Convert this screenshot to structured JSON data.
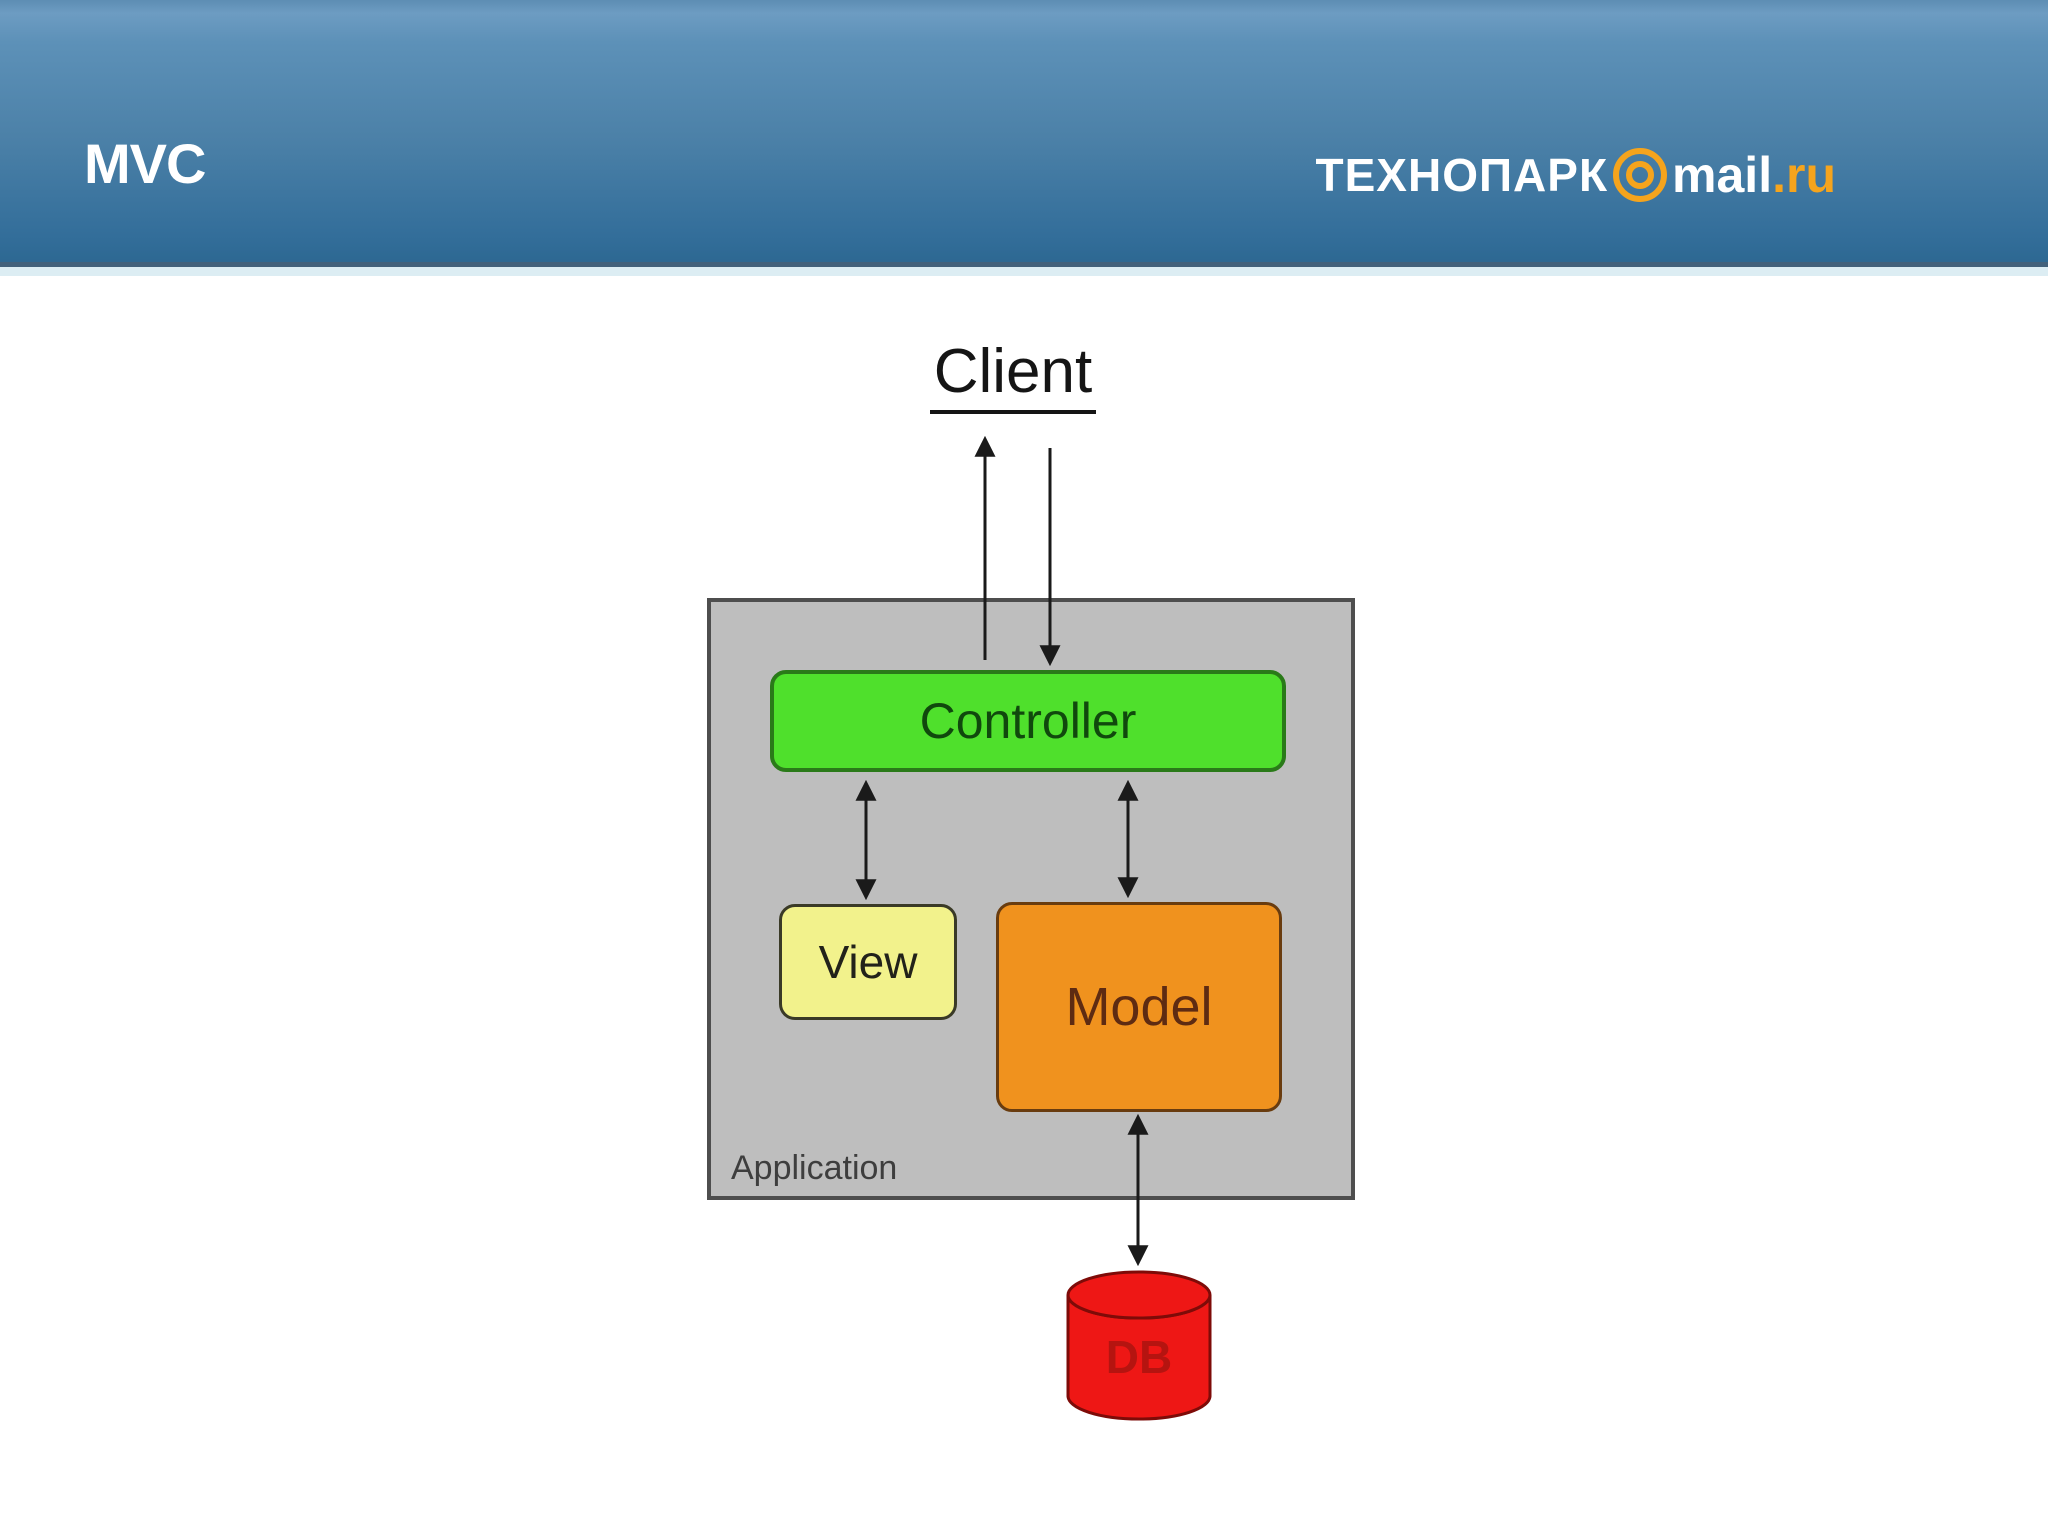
{
  "header": {
    "title": "MVC",
    "logo": {
      "text_left": "ТЕХНОПАРК",
      "at_symbol": "@",
      "at_icon": "mailru-at-icon",
      "text_mid": "mail",
      "text_right": ".ru",
      "accent_color": "#F5A41D"
    },
    "background_top": "#6D9CC2",
    "background_bottom": "#2D6892"
  },
  "diagram": {
    "client": {
      "label": "Client"
    },
    "application_box": {
      "label": "Application",
      "fill": "#BEBEBE",
      "border_color": "#4E4E4E"
    },
    "controller": {
      "label": "Controller",
      "fill": "#4FE02C",
      "border_color": "#2A7A19",
      "text_color": "#10490D"
    },
    "view": {
      "label": "View",
      "fill": "#F2F28C",
      "border_color": "#3A3A27",
      "text_color": "#22221A"
    },
    "model": {
      "label": "Model",
      "fill": "#F0921E",
      "border_color": "#693C0F",
      "text_color": "#5E2B12"
    },
    "db": {
      "label": "DB",
      "fill": "#EE1715",
      "border_color": "#7E0B08",
      "text_color": "#B51410"
    },
    "connections": [
      {
        "from": "Controller",
        "to": "Client",
        "direction": "up"
      },
      {
        "from": "Client",
        "to": "Controller",
        "direction": "down"
      },
      {
        "from": "Controller",
        "to": "View",
        "direction": "bidirectional"
      },
      {
        "from": "Controller",
        "to": "Model",
        "direction": "bidirectional"
      },
      {
        "from": "Model",
        "to": "DB",
        "direction": "bidirectional"
      }
    ]
  }
}
